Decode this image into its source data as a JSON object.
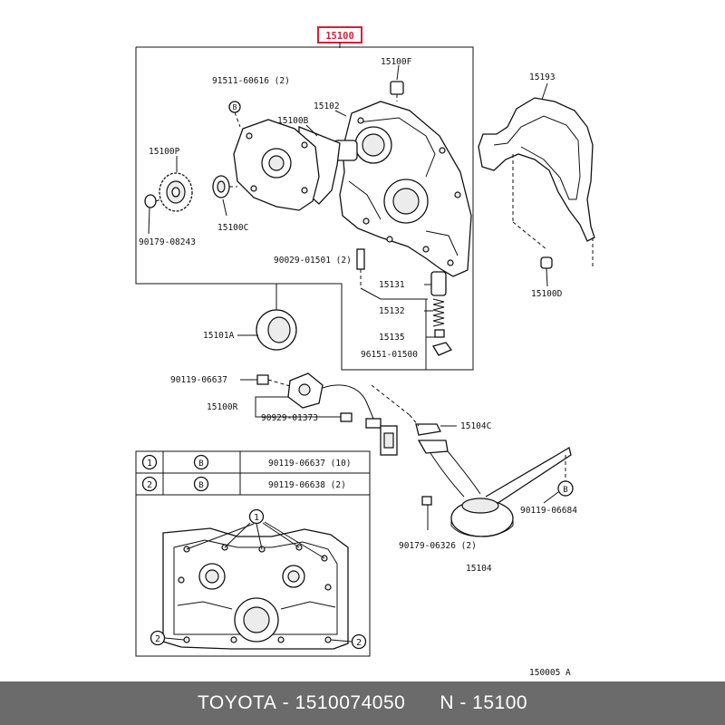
{
  "header": {
    "assembly_number": "15100"
  },
  "parts": {
    "p15100F": "15100F",
    "p91511": "91511-60616 (2)",
    "p15102": "15102",
    "p15100B": "15100B",
    "p15100P": "15100P",
    "p15100C": "15100C",
    "p90179_08243": "90179-08243",
    "p15193": "15193",
    "p15100D": "15100D",
    "p90029": "90029-01501 (2)",
    "p15131": "15131",
    "p15132": "15132",
    "p15135": "15135",
    "p96151": "96151-01500",
    "p15101A": "15101A",
    "p90119_06637": "90119-06637",
    "p15100R": "15100R",
    "p90929": "90929-01373",
    "p15104C": "15104C",
    "p90119_06684": "90119-06684",
    "p90179_06326": "90179-06326 (2)",
    "p15104": "15104"
  },
  "markers": {
    "b": "B",
    "one": "1",
    "two": "2"
  },
  "bolt_table": {
    "rows": [
      {
        "index": "1",
        "type": "B",
        "part": "90119-06637 (10)"
      },
      {
        "index": "2",
        "type": "B",
        "part": "90119-06638 (2)"
      }
    ]
  },
  "figure_id": "150005 A",
  "footer": {
    "brand": "TOYOTA",
    "sep1": " - ",
    "part_number": "1510074050",
    "gap": "      ",
    "reference": "N - 15100"
  }
}
